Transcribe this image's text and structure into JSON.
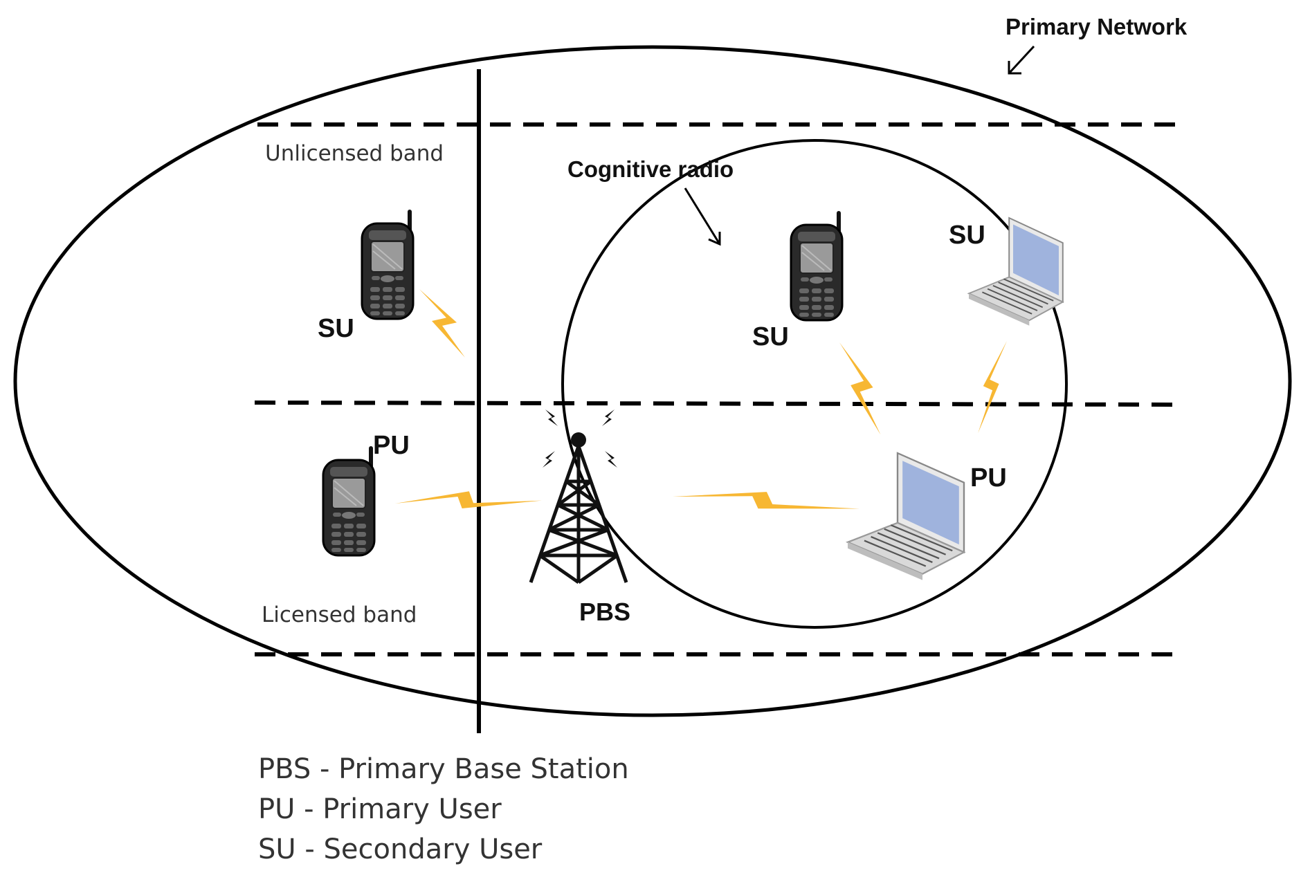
{
  "labels": {
    "primary_network": "Primary Network",
    "unlicensed_band": "Unlicensed band",
    "licensed_band": "Licensed band",
    "cognitive_radio": "Cognitive radio",
    "su_phone_left": "SU",
    "pu_phone_left": "PU",
    "su_phone_circle": "SU",
    "su_laptop_circle": "SU",
    "pu_laptop_circle": "PU",
    "pbs": "PBS"
  },
  "legend": [
    "PBS - Primary Base Station",
    "PU - Primary User",
    "SU - Secondary User"
  ],
  "icons": {
    "phone": "mobile-phone-icon",
    "laptop": "laptop-icon",
    "tower": "base-station-tower-icon",
    "link": "wireless-link-bolt-icon"
  },
  "colors": {
    "line": "#000000",
    "bolt": "#f7b733",
    "screen": "#9fb3dd",
    "phone_body": "#2a2a2a"
  }
}
